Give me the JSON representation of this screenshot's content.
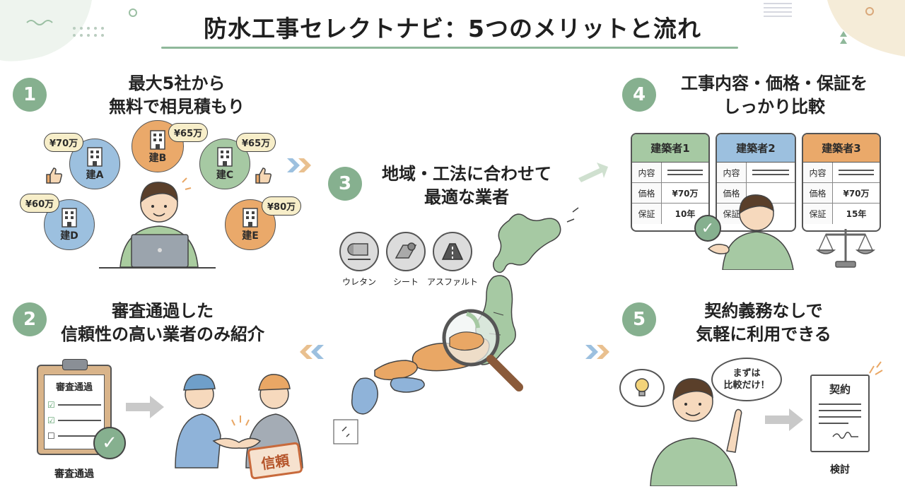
{
  "title": "防水工事セレクトナビ：5つのメリットと流れ",
  "colors": {
    "accent_green": "#86b08f",
    "blue": "#8fb3d9",
    "orange": "#e9a765",
    "green": "#a6c9a3",
    "beige": "#f2dcc0"
  },
  "step1": {
    "num": "1",
    "title_line1": "最大5社から",
    "title_line2": "無料で相見積もり",
    "companies": [
      {
        "label": "建A",
        "price": "¥70万"
      },
      {
        "label": "建B",
        "price": "¥65万"
      },
      {
        "label": "建C",
        "price": "¥65万"
      },
      {
        "label": "建D",
        "price": "¥60万"
      },
      {
        "label": "建E",
        "price": "¥80万"
      }
    ]
  },
  "step2": {
    "num": "2",
    "title_line1": "審査通過した",
    "title_line2": "信頼性の高い業者のみ紹介",
    "clipboard_title": "審査通過",
    "caption": "審査通過",
    "stamp": "信頼"
  },
  "step3": {
    "num": "3",
    "title_line1": "地域・工法に合わせて",
    "title_line2": "最適な業者",
    "methods": [
      "ウレタン",
      "シート",
      "アスファルト"
    ]
  },
  "step4": {
    "num": "4",
    "title_line1": "工事内容・価格・保証を",
    "title_line2": "しっかり比較",
    "cards": [
      {
        "name": "建築者1",
        "content_label": "内容",
        "price_label": "価格",
        "price": "¥70万",
        "warranty_label": "保証",
        "warranty": "10年"
      },
      {
        "name": "建築者2",
        "content_label": "内容",
        "price_label": "価格",
        "price": "",
        "warranty_label": "保証",
        "warranty": ""
      },
      {
        "name": "建築者3",
        "content_label": "内容",
        "price_label": "価格",
        "price": "¥70万",
        "warranty_label": "保証",
        "warranty": "15年"
      }
    ]
  },
  "step5": {
    "num": "5",
    "title_line1": "契約義務なしで",
    "title_line2": "気軽に利用できる",
    "speech_line1": "まずは",
    "speech_line2": "比較だけ！",
    "doc_title": "契約",
    "caption": "検討"
  }
}
